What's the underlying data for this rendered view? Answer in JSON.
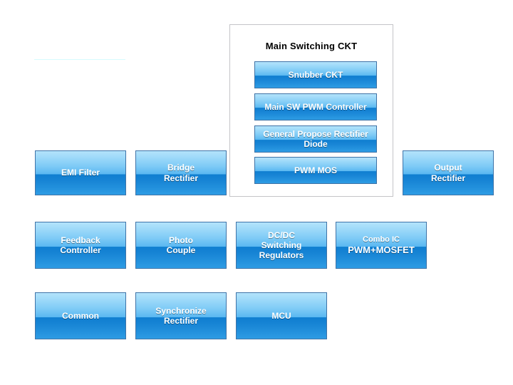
{
  "diagram": {
    "title_block": {
      "label": "Main Switching CKT"
    },
    "accent_rule": {
      "color": "#d6fbfd"
    },
    "palette": {
      "node_top": "#b3e3fb",
      "node_mid_light": "#59b7f1",
      "node_mid_dark": "#0f7ed0",
      "node_bottom": "#2e9ce4",
      "node_border": "#3f74a8",
      "group_border": "#c4c4c8",
      "node_text": "#ffffff",
      "title_text": "#000000",
      "background": "#ffffff"
    },
    "group_nodes": [
      {
        "lines": [
          "Snubber CKT"
        ]
      },
      {
        "lines": [
          "Main SW PWM Controller"
        ]
      },
      {
        "lines": [
          "General Propose Rectifier",
          "Diode"
        ]
      },
      {
        "lines": [
          "PWM MOS"
        ]
      }
    ],
    "row1_nodes": [
      {
        "lines": [
          "EMI Filter"
        ]
      },
      {
        "lines": [
          "Bridge",
          "Rectifier"
        ]
      },
      {
        "lines": [
          "Output",
          "Rectifier"
        ]
      }
    ],
    "row2_nodes": [
      {
        "lines": [
          "Feedback",
          "Controller"
        ]
      },
      {
        "lines": [
          "Photo",
          "Couple"
        ]
      },
      {
        "lines": [
          "DC/DC",
          "Switching",
          "Regulators"
        ]
      },
      {
        "lines": [
          "Combo IC",
          "PWM+MOSFET"
        ]
      }
    ],
    "row3_nodes": [
      {
        "lines": [
          "Common"
        ]
      },
      {
        "lines": [
          "Synchronize",
          "Rectifier"
        ]
      },
      {
        "lines": [
          "MCU"
        ]
      }
    ]
  }
}
